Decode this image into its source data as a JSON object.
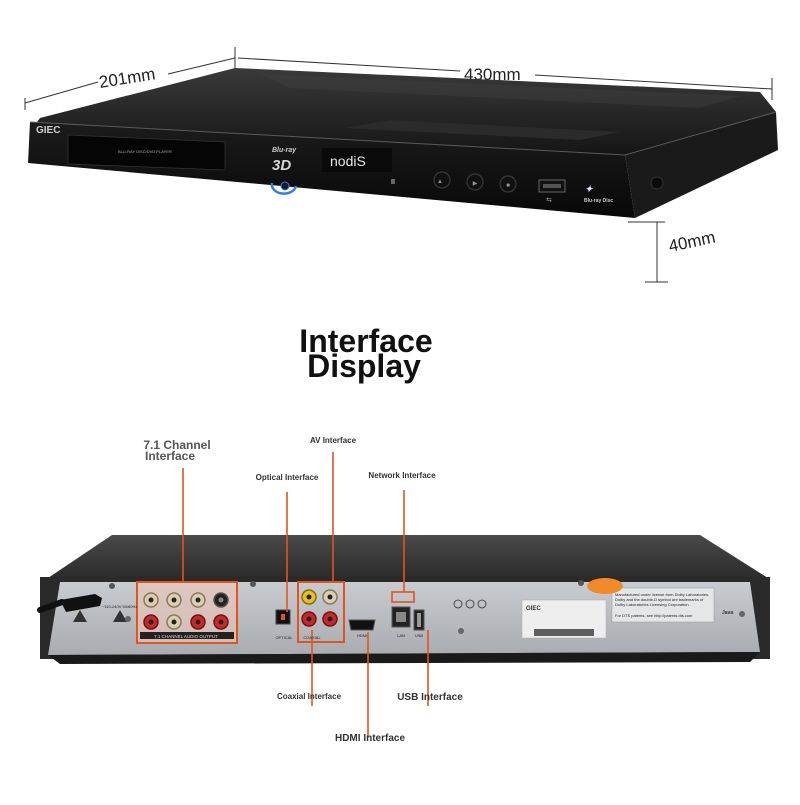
{
  "dimensions": {
    "depth": "201mm",
    "width": "430mm",
    "height": "40mm"
  },
  "front_panel": {
    "brand": "GIEC",
    "tray_label": "BLU-RAY DISC/DVD PLAYER",
    "bluray_3d_line1": "Blu-ray",
    "bluray_3d_line2": "3D",
    "display_readout": "nodiS",
    "bluray_logo": "Blu-ray Disc"
  },
  "heading": {
    "line1": "Interface",
    "line2": "Display"
  },
  "callouts": {
    "ch71_line1": "7.1 Channel",
    "ch71_line2": "Interface",
    "av": "AV Interface",
    "optical": "Optical Interface",
    "network": "Network Interface",
    "coaxial": "Coaxial Interface",
    "usb": "USB Interface",
    "hdmi": "HDMI Interface"
  },
  "rear_panel": {
    "channel_output_label": "7.1 CHANNEL AUDIO OUTPUT",
    "optical_label": "OPTICAL",
    "coaxial_label": "COAXIAL",
    "hdmi_label": "HDMI",
    "lan_label": "LAN",
    "usb_label": "USB",
    "power_rating": "~110-240V 50/60Hz",
    "model_brand": "GIEC",
    "dolby_note_1": "Manufactured under license from Dolby Laboratories.",
    "dolby_note_2": "Dolby and the double-D symbol are trademarks of",
    "dolby_note_3": "Dolby Laboratories Licensing Corporation.",
    "dts_note": "For DTS patents, see http://patents.dts.com",
    "java_label": "Java"
  },
  "colors": {
    "callout_line": "#e2541e",
    "highlight_box": "#e2541e",
    "player_body": "#141414",
    "rear_plate": "#b9bcc0",
    "blue_accent": "#2f7cff"
  }
}
